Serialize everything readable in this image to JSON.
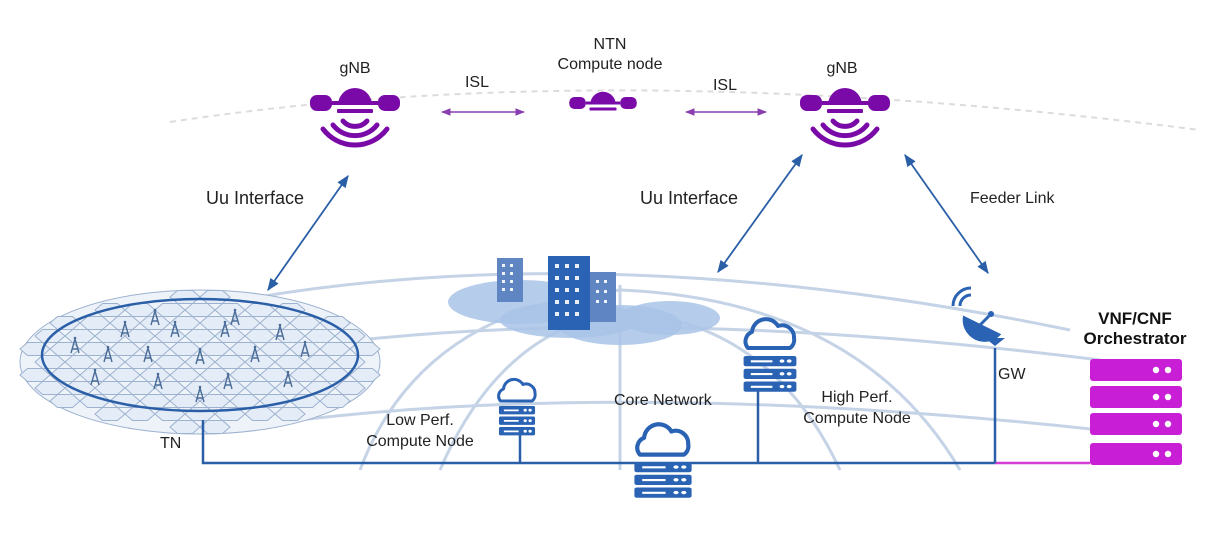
{
  "labels": {
    "gnb_left": "gNB",
    "gnb_right": "gNB",
    "isl_left": "ISL",
    "isl_right": "ISL",
    "ntn_line1": "NTN",
    "ntn_line2": "Compute node",
    "uu_left": "Uu Interface",
    "uu_right": "Uu Interface",
    "feeder": "Feeder Link",
    "gw": "GW",
    "tn": "TN",
    "low_line1": "Low Perf.",
    "low_line2": "Compute Node",
    "core": "Core Network",
    "high_line1": "High Perf.",
    "high_line2": "Compute Node",
    "orch_line1": "VNF/CNF",
    "orch_line2": "Orchestrator"
  },
  "colors": {
    "satellite": "#7a0aa8",
    "link_blue": "#2a5fa8",
    "isl_purple": "#8a3fb0",
    "server_blue": "#2a62b4",
    "orchestrator": "#c81fd6",
    "backbone_magenta": "#d43fd8",
    "globe_lines": "#c5d3e6",
    "cell_fill": "#eef3fa",
    "cell_stroke": "#9db2cf"
  },
  "icons": {
    "satellite": "satellite-icon",
    "server": "server-stack-icon",
    "cloud": "cloud-icon",
    "dish": "satellite-dish-icon",
    "tower": "cell-tower-icon",
    "building": "building-icon"
  }
}
